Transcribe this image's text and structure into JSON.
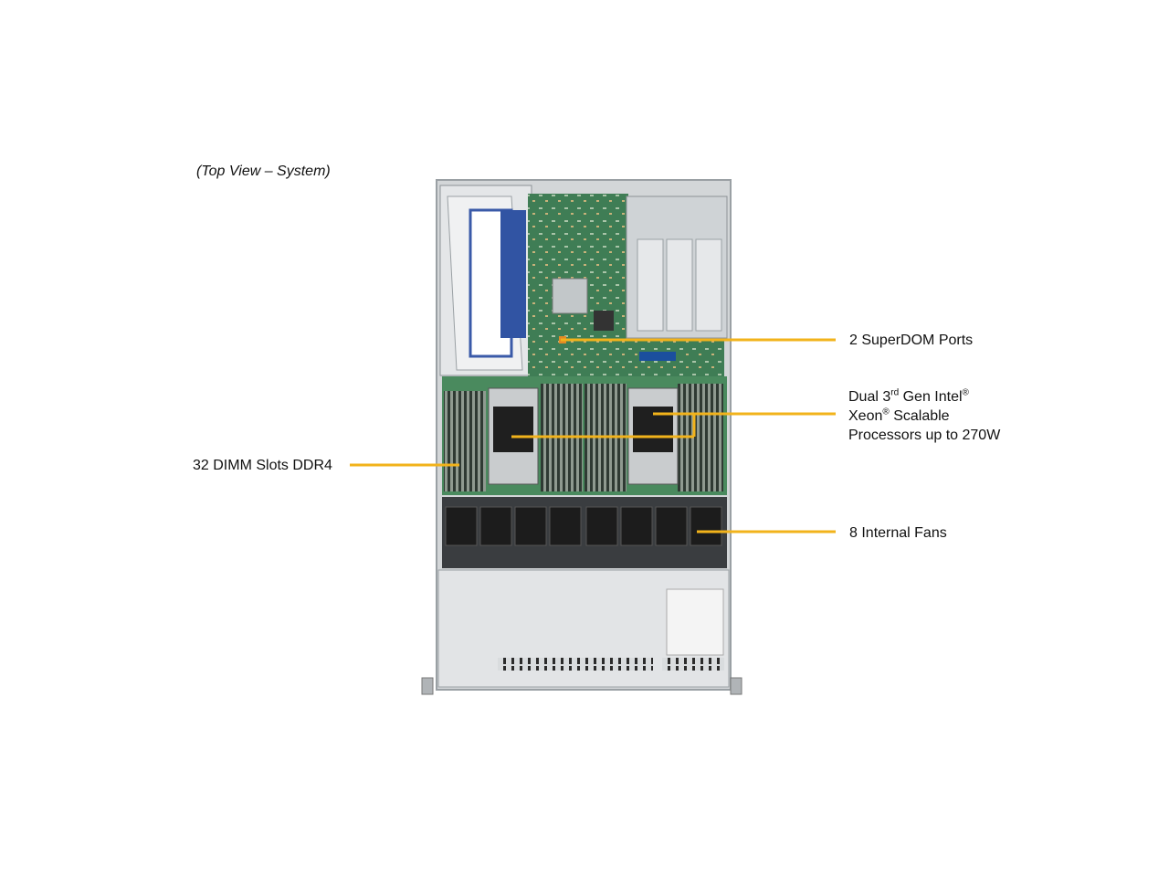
{
  "caption": "(Top View – System)",
  "accent_color": "#f2b31b",
  "callouts": {
    "superdom": "2 SuperDOM Ports",
    "cpu_line1_a": "Dual 3",
    "cpu_line1_sup": "rd",
    "cpu_line1_b": " Gen Intel",
    "cpu_line1_reg": "®",
    "cpu_line2_a": "Xeon",
    "cpu_line2_reg": "®",
    "cpu_line2_b": " Scalable",
    "cpu_line3": "Processors up to 270W",
    "dimm": "32 DIMM Slots DDR4",
    "fans": "8 Internal Fans"
  }
}
